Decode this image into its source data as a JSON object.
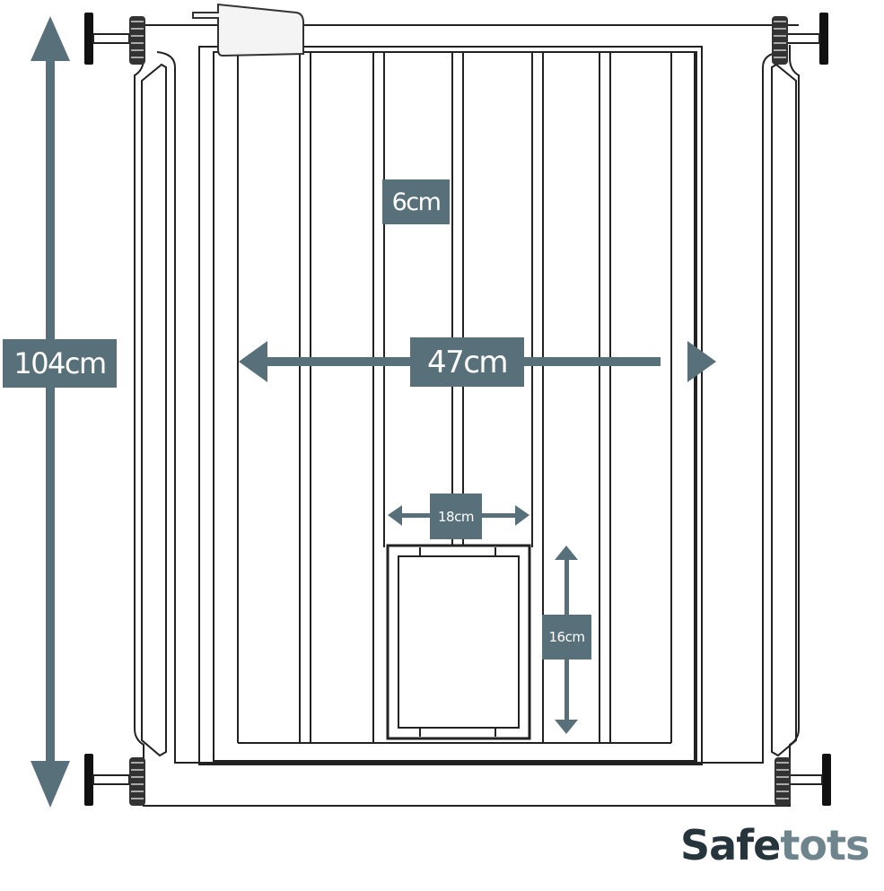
{
  "colors": {
    "dimension_accent": "#587079",
    "line": "#222222",
    "brand_dark": "#26353c",
    "brand_light": "#6e858e"
  },
  "dimensions": {
    "height": "104cm",
    "width": "47cm",
    "bar_spacing": "6cm",
    "pet_door_width": "18cm",
    "pet_door_height": "16cm"
  },
  "brand": {
    "part1": "Safe",
    "part2": "tots"
  }
}
